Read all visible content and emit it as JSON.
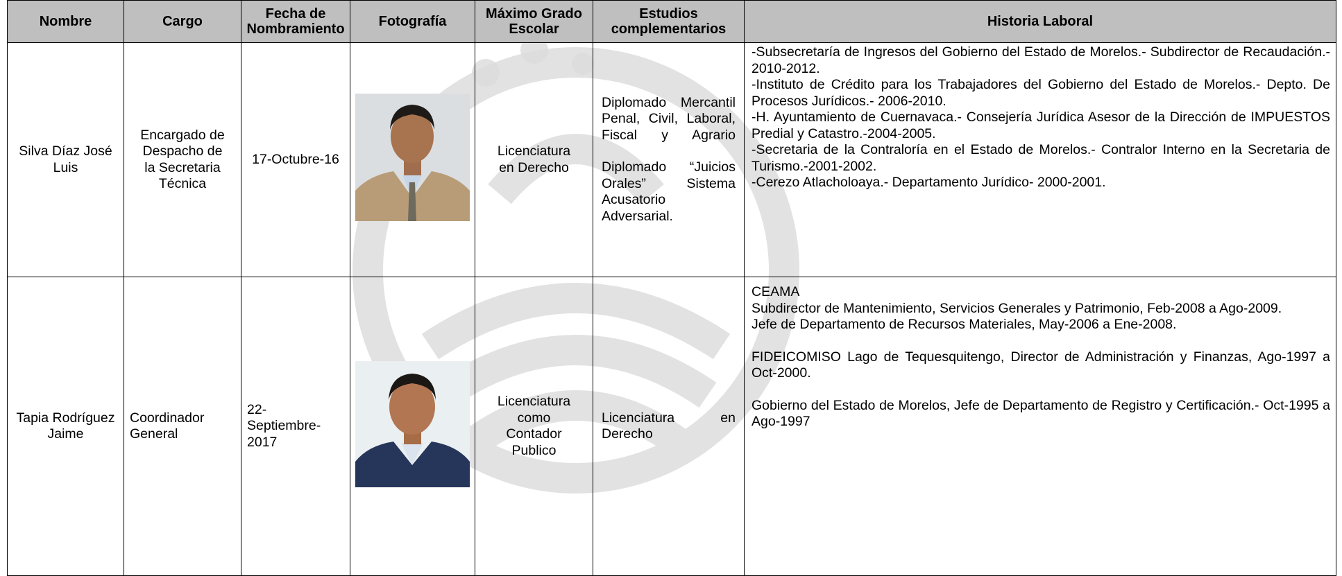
{
  "headers": {
    "nombre": "Nombre",
    "cargo": "Cargo",
    "fecha_1": "Fecha de",
    "fecha_2": "Nombramiento",
    "fotografia": "Fotografía",
    "grado_1": "Máximo Grado",
    "grado_2": "Escolar",
    "estudios_1": "Estudios",
    "estudios_2": "complementarios",
    "historia": "Historia Laboral"
  },
  "rows": [
    {
      "nombre": "Silva Díaz José Luis",
      "cargo": "Encargado de Despacho de la Secretaria Técnica",
      "fecha": "17-Octubre-16",
      "grado": "Licenciatura en Derecho",
      "estudios": [
        "Diplomado Mercantil Penal, Civil, Laboral, Fiscal y Agrario",
        "Diplomado “Juicios Orales” Sistema Acusatorio Adversarial."
      ],
      "historia": [
        "-Subsecretaría de Ingresos del Gobierno del Estado de Morelos.- Subdirector de Recaudación.- 2010-2012.",
        "-Instituto de Crédito para los Trabajadores del Gobierno del Estado de Morelos.- Depto. De Procesos Jurídicos.- 2006-2010.",
        "-H. Ayuntamiento de Cuernavaca.- Consejería Jurídica Asesor de la Dirección de IMPUESTOS Predial y Catastro.-2004-2005.",
        "-Secretaria de la Contraloría en el Estado de Morelos.- Contralor Interno en la Secretaria de Turismo.-2001-2002.",
        "-Cerezo Atlacholoaya.- Departamento Jurídico- 2000-2001."
      ]
    },
    {
      "nombre": "Tapia Rodríguez Jaime",
      "cargo": "Coordinador General",
      "fecha": "22-Septiembre-2017",
      "grado": "Licenciatura como Contador Publico",
      "estudios": [
        "Licenciatura en Derecho"
      ],
      "historia": [
        "CEAMA",
        "Subdirector de Mantenimiento, Servicios Generales y Patrimonio, Feb-2008 a Ago-2009.",
        "Jefe de Departamento de Recursos Materiales, May-2006 a Ene-2008.",
        "FIDEICOMISO Lago de Tequesquitengo, Director de Administración y Finanzas, Ago-1997 a Oct-2000.",
        "Gobierno del Estado de Morelos, Jefe de Departamento de Registro y Certificación.- Oct-1995 a Ago-1997"
      ]
    }
  ],
  "photos": [
    "portrait-man-tan-suit",
    "portrait-man-navy-suit"
  ],
  "colors": {
    "header_bg": "#bfbfbf",
    "watermark": "#d6d6d6"
  }
}
